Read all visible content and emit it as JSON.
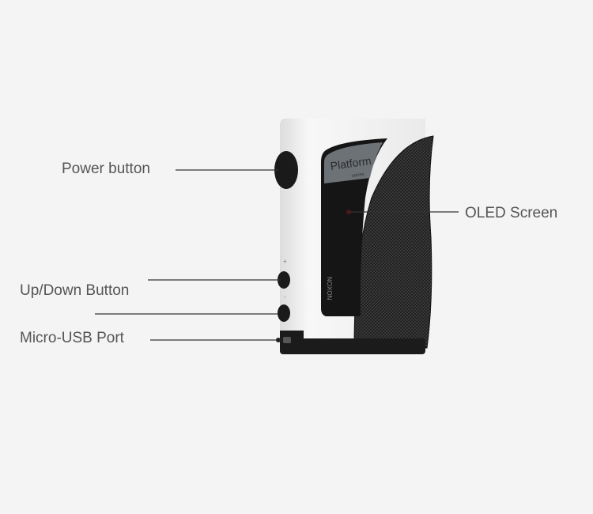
{
  "labels": {
    "power": "Power button",
    "oled": "OLED Screen",
    "updown": "Up/Down Button",
    "usb": "Micro-USB Port"
  },
  "device": {
    "screen_brand": "Platform",
    "screen_sub": "series",
    "side_text": "NOXON",
    "plus": "+",
    "minus": "-"
  }
}
